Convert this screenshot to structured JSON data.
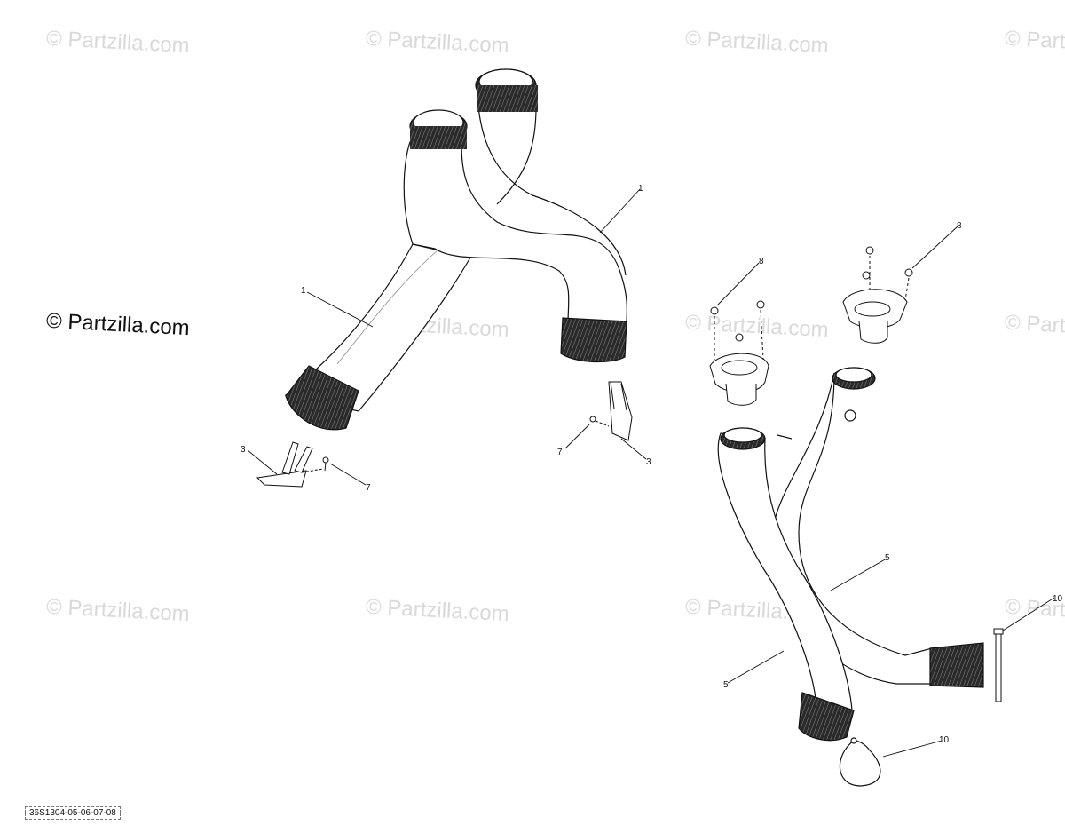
{
  "watermarks": {
    "text": "© Partzilla.com",
    "main_text": "© Partzilla.com",
    "color": "#d9d9d9"
  },
  "callouts": {
    "pipe_left": "1",
    "pipe_top": "1",
    "bracket_left": "3",
    "bracket_right": "3",
    "screw_left": "7",
    "screw_right": "7",
    "flange_left": "8",
    "flange_right": "8",
    "pipe_5_upper": "5",
    "pipe_5_lower": "5",
    "tie_upper": "10",
    "tie_lower": "10"
  },
  "drawing_code": "36S1304-05-06-07-08"
}
